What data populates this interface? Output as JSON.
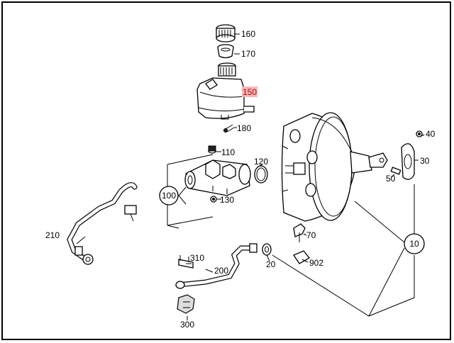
{
  "diagram": {
    "highlight_color": "#f4b8b8",
    "labels": {
      "p160": "160",
      "p170": "170",
      "p150": "150",
      "p180": "180",
      "p110": "110",
      "p120": "120",
      "p100": "100",
      "p130": "130",
      "p210": "210",
      "p310": "310",
      "p200": "200",
      "p20": "20",
      "p902": "902",
      "p70": "70",
      "p300": "300",
      "p10": "10",
      "p40": "40",
      "p30": "30",
      "p50": "50"
    }
  }
}
